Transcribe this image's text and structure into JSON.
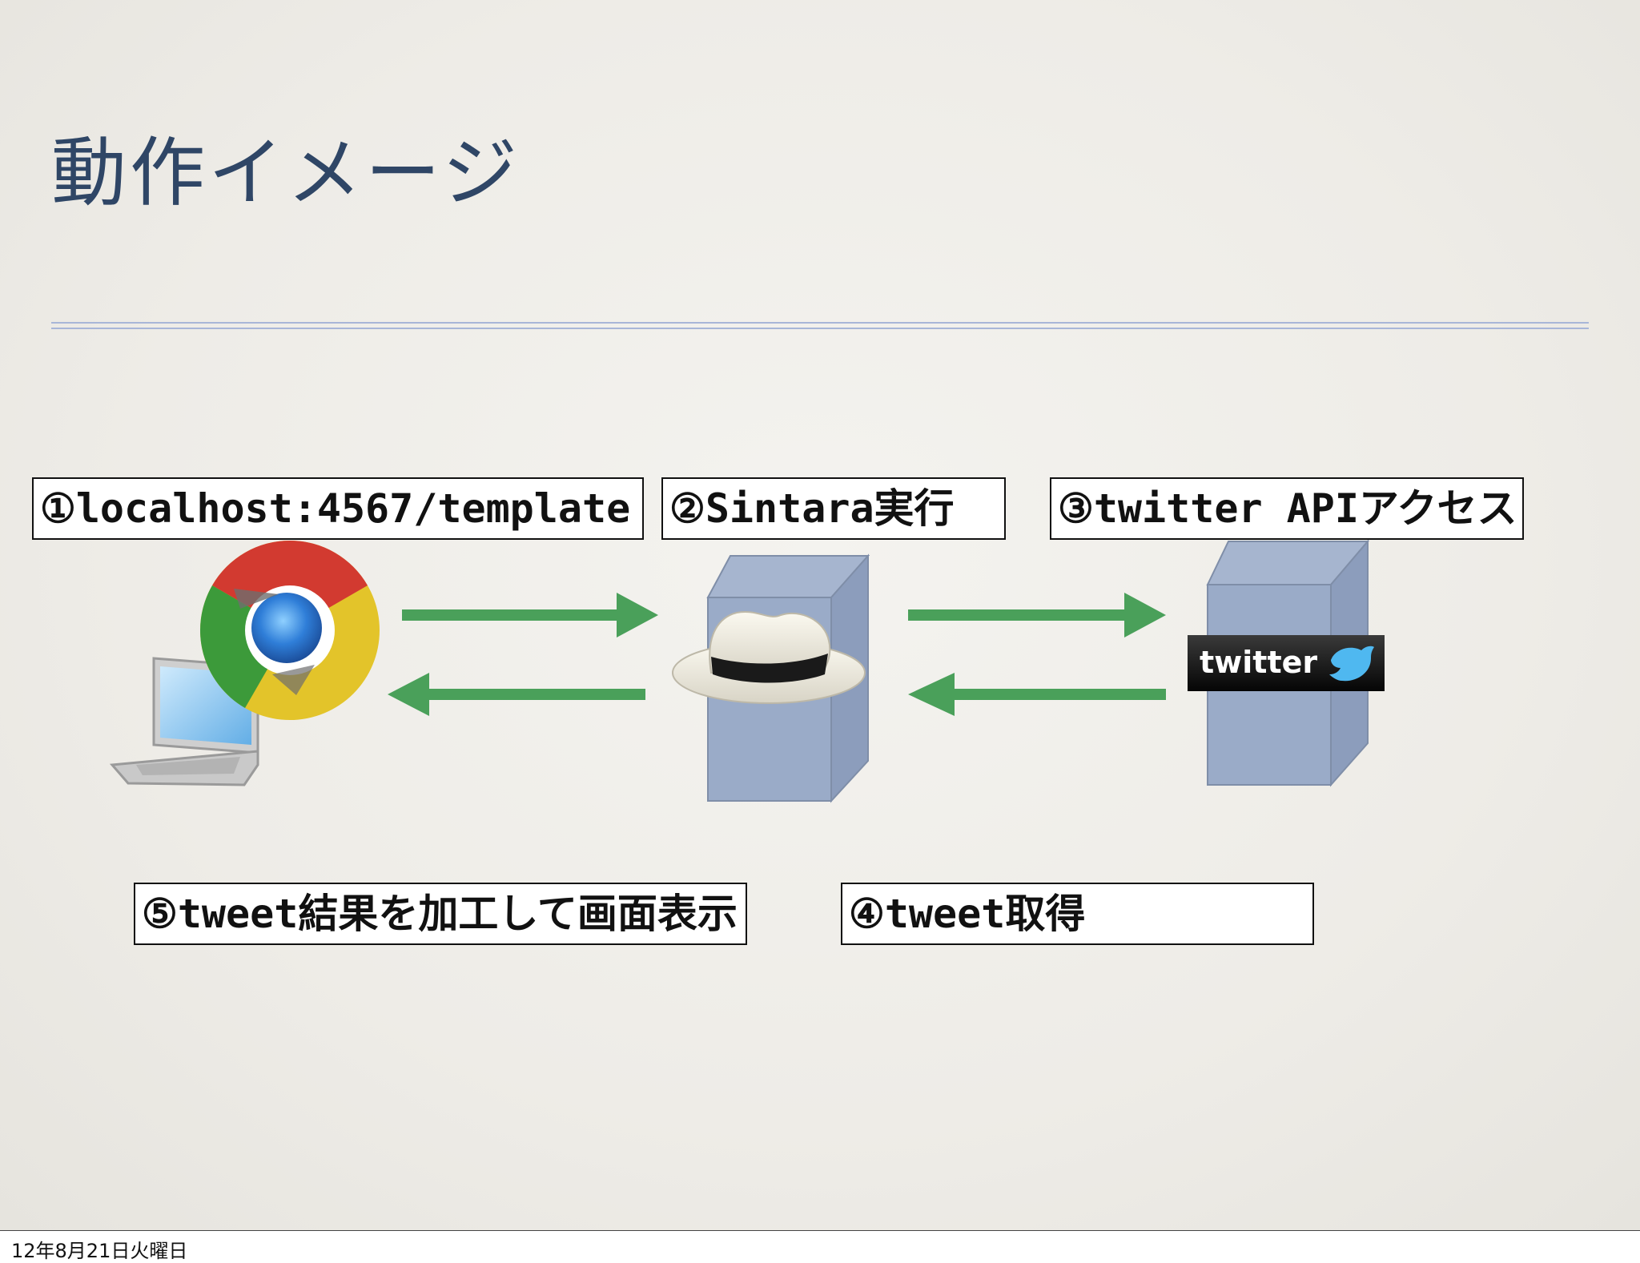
{
  "slide": {
    "title": "動作イメージ",
    "steps": {
      "step1": "①localhost:4567/template",
      "step2": "②Sintara実行",
      "step3": "③twitter APIアクセス",
      "step4": "④tweet取得",
      "step5": "⑤tweet結果を加工して画面表示"
    },
    "twitter_logo_text": "twitter",
    "icons": [
      "laptop-icon",
      "chrome-icon",
      "server-icon",
      "fedora-hat-icon",
      "twitter-logo",
      "twitter-bird-icon"
    ]
  },
  "colors": {
    "title": "#2f4666",
    "rule": "#a8b6d8",
    "arrow": "#4aa05a",
    "server": "#9aabc8"
  },
  "footer": {
    "date": "12年8月21日火曜日"
  }
}
